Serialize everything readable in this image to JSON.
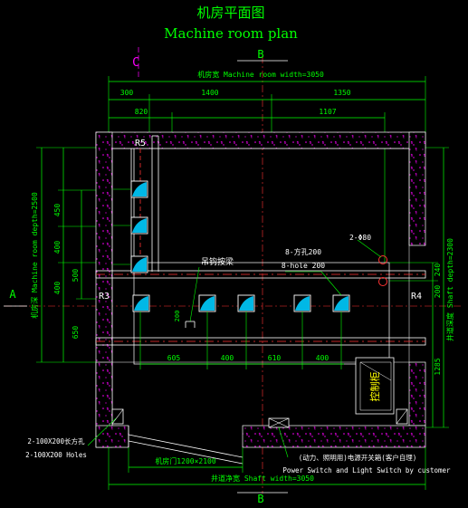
{
  "title": {
    "cn": "机房平面图",
    "en": "Machine room plan"
  },
  "grid_labels": {
    "c": "C",
    "b_top": "B",
    "b_bottom": "B",
    "a": "A"
  },
  "dimensions": {
    "width_label": "机房宽 Machine room width=3050",
    "depth_label": "机房深 Machine room depth=2500",
    "shaft_depth_label": "井道深度 Shaft depth=2300",
    "shaft_width_label": "井道净宽 Shaft width=3050",
    "door_label": "机房门1200×2100",
    "d300": "300",
    "d1400": "1400",
    "d1350": "1350",
    "d820": "820",
    "d1107": "1107",
    "d450": "450",
    "d400a": "400",
    "d500": "500",
    "d400b": "400",
    "d650": "650",
    "d200": "200",
    "d240": "240",
    "d200r": "200",
    "d1285": "1285",
    "d605": "605",
    "d400c": "400",
    "d610": "610",
    "d400d": "400"
  },
  "callouts": {
    "r5": "R5",
    "r3": "R3",
    "r4": "R4",
    "holes_2d80": "2-Φ80",
    "holes_8_cn": "8-方孔200",
    "holes_8_en": "8-hole 200",
    "hook_beam": "吊钩按梁",
    "holes_2_cn": "2-100X200长方孔",
    "holes_2_en": "2-100X200 Holes",
    "switch_cn": "(动力、照明用)电源开关箱(客户自理)",
    "switch_en": "Power Switch and Light Switch by customer",
    "control_cabinet": "控制柜"
  }
}
